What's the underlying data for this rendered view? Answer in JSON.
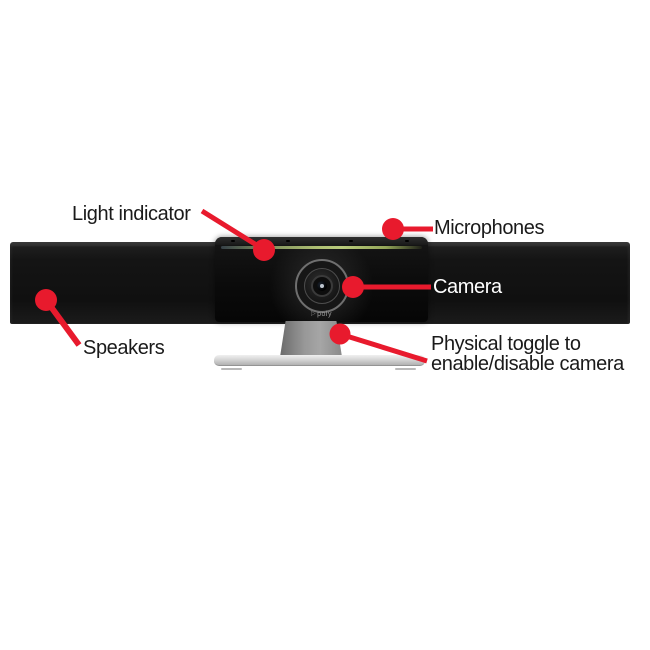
{
  "colors": {
    "accent_red": "#e81a2d",
    "device_black": "#101010",
    "light_bar_green": "#aebf72",
    "stand_gray": "#989898",
    "background": "#ffffff",
    "label_black": "#1a1a1a",
    "camera_label_white": "#ffffff"
  },
  "labels": {
    "light_indicator": "Light indicator",
    "microphones": "Microphones",
    "camera": "Camera",
    "speakers": "Speakers",
    "physical_toggle": "Physical toggle to enable/disable camera"
  },
  "device": {
    "logo_text": "poly"
  },
  "diagram": {
    "type": "annotated product diagram",
    "callouts": [
      "light_indicator",
      "microphones",
      "camera",
      "speakers",
      "physical_toggle"
    ]
  }
}
